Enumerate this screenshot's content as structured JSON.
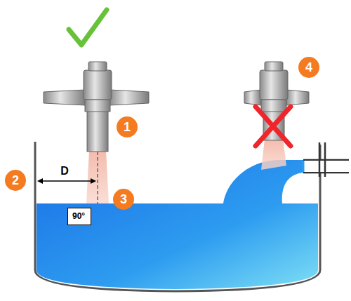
{
  "diagram": {
    "nodes": [
      {
        "text": [
          "90°"
        ]
      }
    ],
    "labels": [
      "1",
      "2",
      "3",
      "4",
      "D"
    ]
  }
}
